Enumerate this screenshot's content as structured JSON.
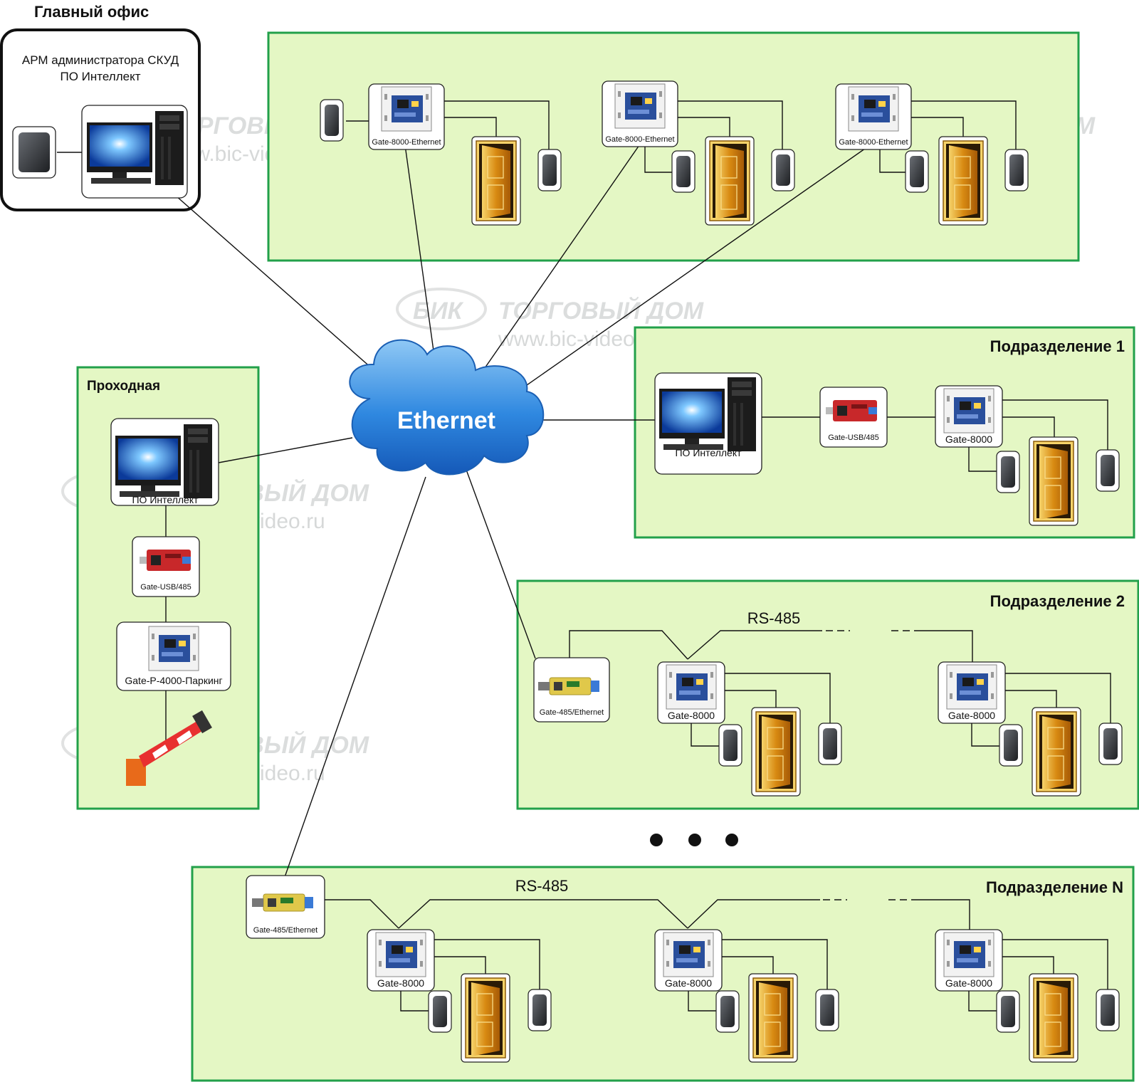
{
  "head_office": {
    "title": "Главный офис",
    "workstation_line1": "АРМ администратора СКУД",
    "workstation_line2": "ПО Интеллект"
  },
  "cloud": {
    "label": "Ethernet"
  },
  "top_zone": {
    "controller_label": "Gate-8000-Ethernet"
  },
  "checkpoint": {
    "title": "Проходная",
    "pc_label": "ПО Интеллект",
    "converter_label": "Gate-USB/485",
    "controller_label": "Gate-P-4000-Паркинг"
  },
  "division1": {
    "title": "Подразделение 1",
    "pc_label": "ПО Интеллект",
    "converter_label": "Gate-USB/485",
    "controller_label": "Gate-8000"
  },
  "division2": {
    "title": "Подразделение 2",
    "bus_label": "RS-485",
    "gateway_label": "Gate-485/Ethernet",
    "controller_label": "Gate-8000"
  },
  "divisionN": {
    "title": "Подразделение N",
    "bus_label": "RS-485",
    "gateway_label": "Gate-485/Ethernet",
    "controller_label": "Gate-8000"
  },
  "watermark": {
    "brand": "БИК",
    "text": "ТОРГОВЫЙ ДОМ",
    "url": "www.bic-video.ru"
  },
  "colors": {
    "zone_fill": "#e4f7c4",
    "zone_border": "#22a04a",
    "cloud": "#1e7fd8",
    "door": "#d68a10",
    "board": "#2a4f9c",
    "converter_board": "#c8282a",
    "gateway_board": "#e0c84a"
  }
}
